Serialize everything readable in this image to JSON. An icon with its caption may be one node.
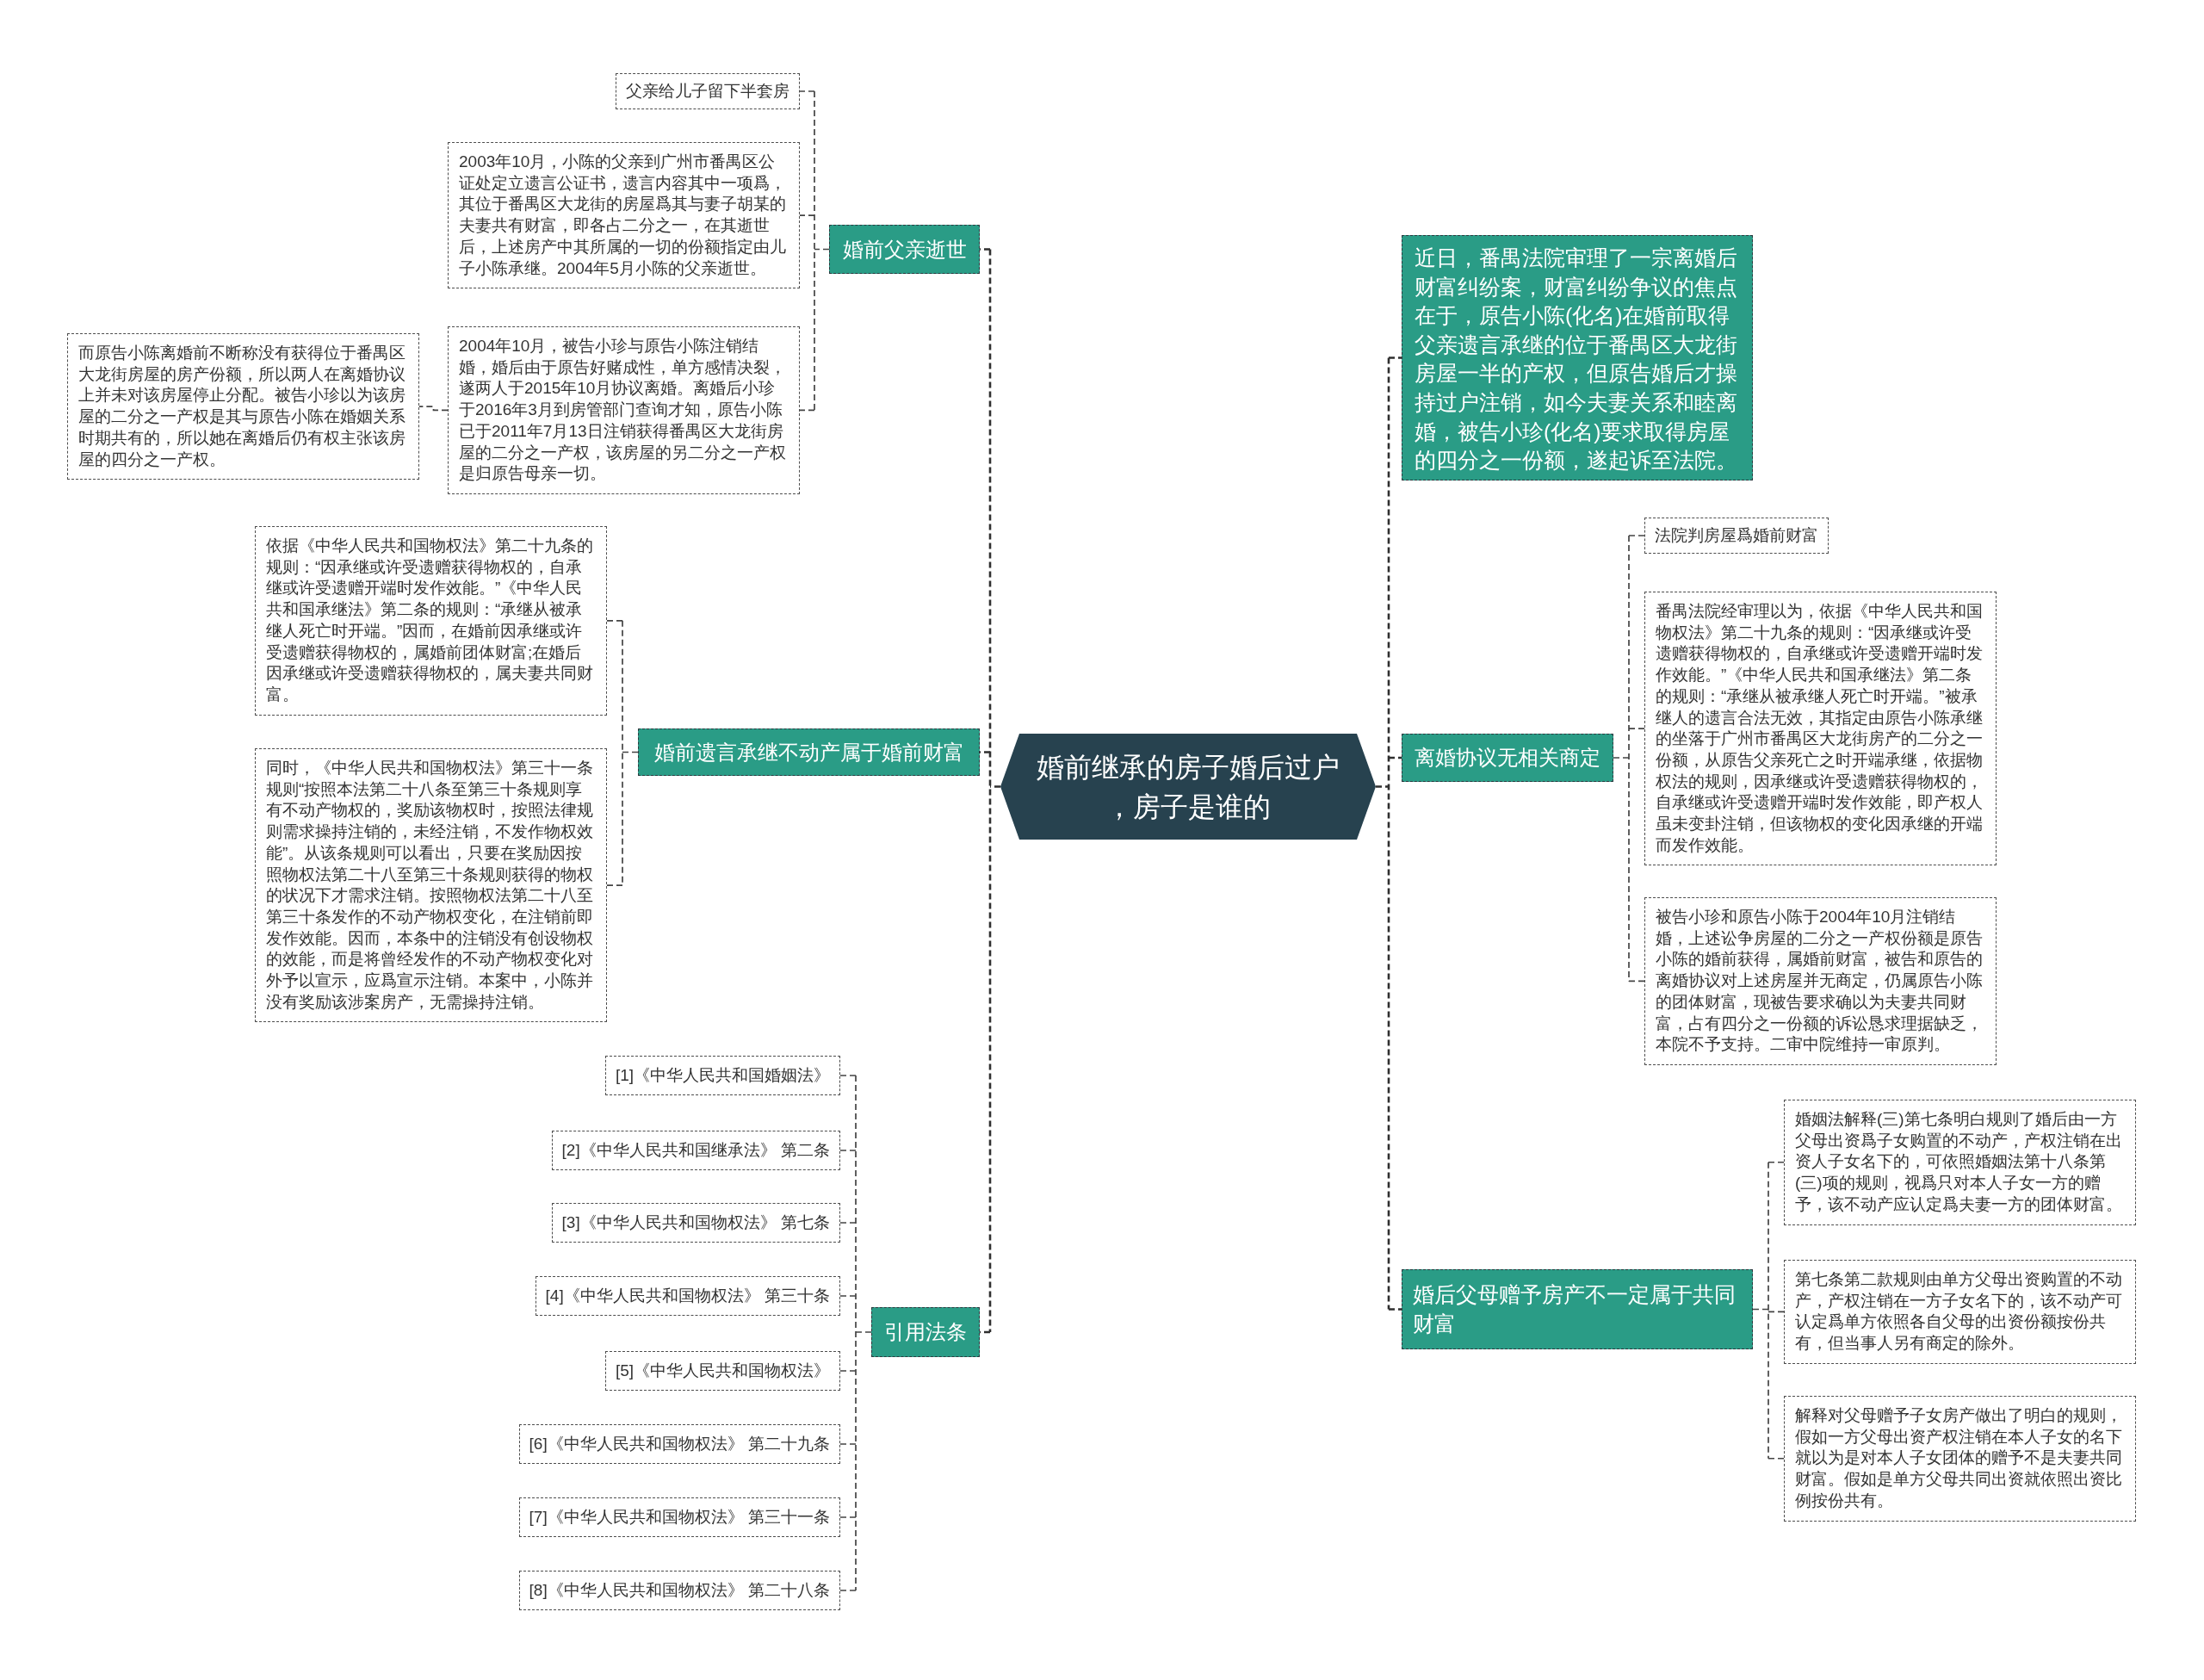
{
  "diagram": {
    "nodes": [
      {
        "text": [
          "婚前继承的房子婚后过户，房子是谁的"
        ]
      },
      {
        "text": [
          "婚前父亲逝世"
        ]
      },
      {
        "text": [
          "父亲给儿子留下半套房"
        ]
      },
      {
        "text": [
          "2003年10月，小陈的父亲到广州市番禺区公证处定立遗言公证书，遗言内容其中一项爲，其位于番禺区大龙街的房屋爲其与妻子胡某的夫妻共有财富，即各占二分之一，在其逝世后，上述房产中其所属的一切的份额指定由儿子小陈承继。2004年5月小陈的父亲逝世。"
        ]
      },
      {
        "text": [
          "2004年10月，被告小珍与原告小陈注销结婚，婚后由于原告好赌成性，单方感情决裂，遂两人于2015年10月协议离婚。离婚后小珍于2016年3月到房管部门查询才知，原告小陈已于2011年7月13日注销获得番禺区大龙街房屋的二分之一产权，该房屋的另二分之一产权是归原告母亲一切。"
        ]
      },
      {
        "text": [
          "而原告小陈离婚前不断称没有获得位于番禺区大龙街房屋的房产份额，所以两人在离婚协议上并未对该房屋停止分配。被告小珍以为该房屋的二分之一产权是其与原告小陈在婚姻关系时期共有的，所以她在离婚后仍有权主张该房屋的四分之一产权。"
        ]
      },
      {
        "text": [
          "婚前遗言承继不动产属于婚前财富"
        ]
      },
      {
        "text": [
          "依据《中华人民共和国物权法》第二十九条的规则：“因承继或许受遗赠获得物权的，自承继或许受遗赠开端时发作效能。”《中华人民共和国承继法》第二条的规则：“承继从被承继人死亡时开端。”因而，在婚前因承继或许受遗赠获得物权的，属婚前团体财富;在婚后因承继或许受遗赠获得物权的，属夫妻共同财富。"
        ]
      },
      {
        "text": [
          "同时，《中华人民共和国物权法》第三十一条规则“按照本法第二十八条至第三十条规则享有不动产物权的，奖励该物权时，按照法律规则需求操持注销的，未经注销，不发作物权效能”。从该条规则可以看出，只要在奖励因按照物权法第二十八至第三十条规则获得的物权的状况下才需求注销。按照物权法第二十八至第三十条发作的不动产物权变化，在注销前即发作效能。因而，本条中的注销没有创设物权的效能，而是将曾经发作的不动产物权变化对外予以宣示，应爲宣示注销。本案中，小陈并没有奖励该涉案房产，无需操持注销。"
        ]
      },
      {
        "text": [
          "引用法条"
        ]
      },
      {
        "text": [
          "[1]《中华人民共和国婚姻法》"
        ]
      },
      {
        "text": [
          "[2]《中华人民共和国继承法》 第二条"
        ]
      },
      {
        "text": [
          "[3]《中华人民共和国物权法》 第七条"
        ]
      },
      {
        "text": [
          "[4]《中华人民共和国物权法》 第三十条"
        ]
      },
      {
        "text": [
          "[5]《中华人民共和国物权法》"
        ]
      },
      {
        "text": [
          "[6]《中华人民共和国物权法》 第二十九条"
        ]
      },
      {
        "text": [
          "[7]《中华人民共和国物权法》 第三十一条"
        ]
      },
      {
        "text": [
          "[8]《中华人民共和国物权法》 第二十八条"
        ]
      },
      {
        "text": [
          "近日，番禺法院审理了一宗离婚后财富纠纷案，财富纠纷争议的焦点在于，原告小陈(化名)在婚前取得父亲遗言承继的位于番禺区大龙街房屋一半的产权，但原告婚后才操持过户注销，如今夫妻关系和睦离婚，被告小珍(化名)要求取得房屋的四分之一份额，遂起诉至法院。"
        ]
      },
      {
        "text": [
          "离婚协议无相关商定"
        ]
      },
      {
        "text": [
          "法院判房屋爲婚前财富"
        ]
      },
      {
        "text": [
          "番禺法院经审理以为，依据《中华人民共和国物权法》第二十九条的规则：“因承继或许受遗赠获得物权的，自承继或许受遗赠开端时发作效能。”《中华人民共和国承继法》第二条的规则：“承继从被承继人死亡时开端。”被承继人的遗言合法无效，其指定由原告小陈承继的坐落于广州市番禺区大龙街房产的二分之一份额，从原告父亲死亡之时开端承继，依据物权法的规则，因承继或许受遗赠获得物权的，自承继或许受遗赠开端时发作效能，即产权人虽未变卦注销，但该物权的变化因承继的开端而发作效能。"
        ]
      },
      {
        "text": [
          "被告小珍和原告小陈于2004年10月注销结婚，上述讼争房屋的二分之一产权份额是原告小陈的婚前获得，属婚前财富，被告和原告的离婚协议对上述房屋并无商定，仍属原告小陈的团体财富，现被告要求确以为夫妻共同财富，占有四分之一份额的诉讼恳求理据缺乏，本院不予支持。二审中院维持一审原判。"
        ]
      },
      {
        "text": [
          "婚后父母赠予房产不一定属于共同财富"
        ]
      },
      {
        "text": [
          "婚姻法解释(三)第七条明白规则了婚后由一方父母出资爲子女购置的不动产，产权注销在出资人子女名下的，可依照婚姻法第十八条第(三)项的规则，视爲只对本人子女一方的赠予，该不动产应认定爲夫妻一方的团体财富。"
        ]
      },
      {
        "text": [
          "第七条第二款规则由单方父母出资购置的不动产，产权注销在一方子女名下的，该不动产可认定爲单方依照各自父母的出资份额按份共有，但当事人另有商定的除外。"
        ]
      },
      {
        "text": [
          "解释对父母赠予子女房产做出了明白的规则，假如一方父母出资产权注销在本人子女的名下就以为是对本人子女团体的赠予不是夫妻共同财富。假如是单方父母共同出资就依照出资比例按份共有。"
        ]
      }
    ],
    "edges": [
      {
        "from": 0,
        "to": 1,
        "arrow": "none",
        "style": "dashed"
      },
      {
        "from": 1,
        "to": 2,
        "arrow": "none",
        "style": "dashed"
      },
      {
        "from": 1,
        "to": 3,
        "arrow": "none",
        "style": "dashed"
      },
      {
        "from": 1,
        "to": 4,
        "arrow": "none",
        "style": "dashed"
      },
      {
        "from": 4,
        "to": 5,
        "arrow": "none",
        "style": "dashed"
      },
      {
        "from": 0,
        "to": 6,
        "arrow": "none",
        "style": "dashed"
      },
      {
        "from": 6,
        "to": 7,
        "arrow": "none",
        "style": "dashed"
      },
      {
        "from": 6,
        "to": 8,
        "arrow": "none",
        "style": "dashed"
      },
      {
        "from": 0,
        "to": 9,
        "arrow": "none",
        "style": "dashed"
      },
      {
        "from": 9,
        "to": 10,
        "arrow": "none",
        "style": "dashed"
      },
      {
        "from": 9,
        "to": 11,
        "arrow": "none",
        "style": "dashed"
      },
      {
        "from": 9,
        "to": 12,
        "arrow": "none",
        "style": "dashed"
      },
      {
        "from": 9,
        "to": 13,
        "arrow": "none",
        "style": "dashed"
      },
      {
        "from": 9,
        "to": 14,
        "arrow": "none",
        "style": "dashed"
      },
      {
        "from": 9,
        "to": 15,
        "arrow": "none",
        "style": "dashed"
      },
      {
        "from": 9,
        "to": 16,
        "arrow": "none",
        "style": "dashed"
      },
      {
        "from": 9,
        "to": 17,
        "arrow": "none",
        "style": "dashed"
      },
      {
        "from": 0,
        "to": 18,
        "arrow": "none",
        "style": "dashed"
      },
      {
        "from": 0,
        "to": 19,
        "arrow": "none",
        "style": "dashed"
      },
      {
        "from": 19,
        "to": 20,
        "arrow": "none",
        "style": "dashed"
      },
      {
        "from": 19,
        "to": 21,
        "arrow": "none",
        "style": "dashed"
      },
      {
        "from": 19,
        "to": 22,
        "arrow": "none",
        "style": "dashed"
      },
      {
        "from": 0,
        "to": 23,
        "arrow": "none",
        "style": "dashed"
      },
      {
        "from": 23,
        "to": 24,
        "arrow": "none",
        "style": "dashed"
      },
      {
        "from": 23,
        "to": 25,
        "arrow": "none",
        "style": "dashed"
      },
      {
        "from": 23,
        "to": 26,
        "arrow": "none",
        "style": "dashed"
      }
    ]
  }
}
